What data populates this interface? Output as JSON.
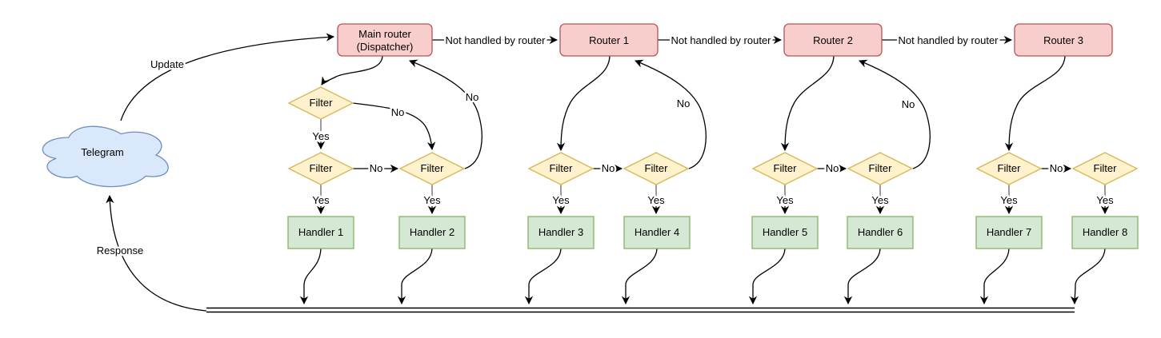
{
  "diagram": {
    "telegram_label": "Telegram",
    "dispatcher_line1": "Main router",
    "dispatcher_line2": "(Dispatcher)",
    "routers": [
      "Router 1",
      "Router 2",
      "Router 3"
    ],
    "filter_label": "Filter",
    "handlers": [
      "Handler 1",
      "Handler 2",
      "Handler 3",
      "Handler 4",
      "Handler 5",
      "Handler 6",
      "Handler 7",
      "Handler 8"
    ],
    "edge_labels": {
      "update": "Update",
      "response": "Response",
      "not_handled": "Not handled by router",
      "yes": "Yes",
      "no": "No"
    },
    "colors": {
      "router_fill": "#f8cecc",
      "router_stroke": "#b85450",
      "filter_fill": "#fff2cc",
      "filter_stroke": "#d6b656",
      "handler_fill": "#d5e8d4",
      "handler_stroke": "#82b366",
      "cloud_fill": "#dae8fc",
      "cloud_stroke": "#6c8ebf",
      "edge_color": "#000000"
    }
  }
}
